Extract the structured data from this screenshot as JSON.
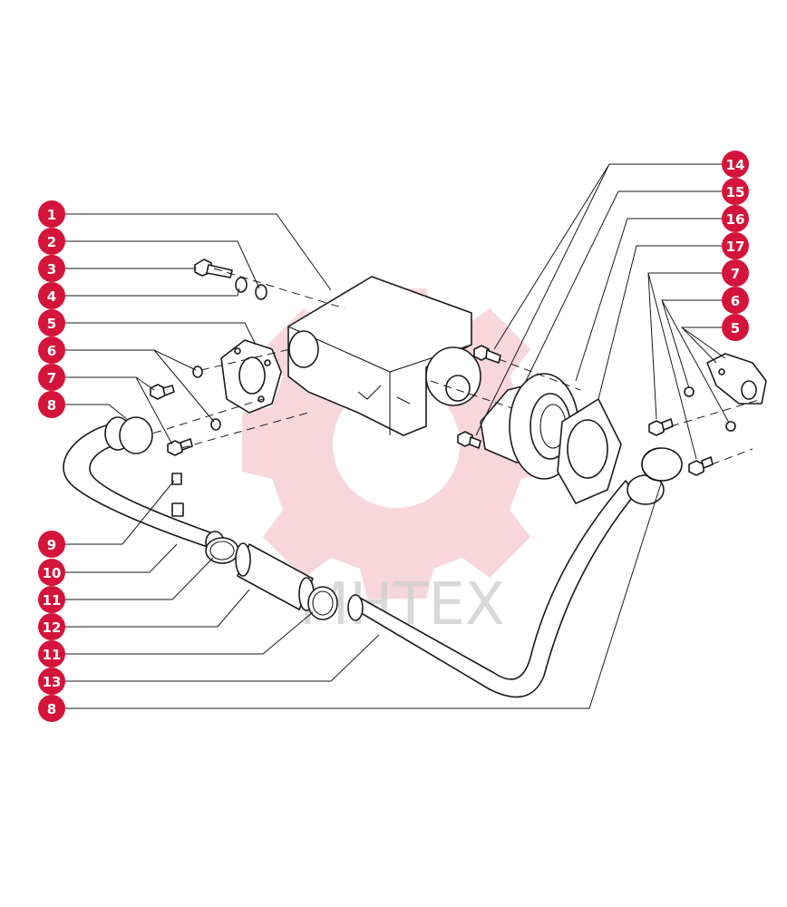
{
  "watermark": {
    "text": "MHTEX",
    "color": "#f3b6bf"
  },
  "callout_color": "#d4143a",
  "callouts_left": [
    "1",
    "2",
    "3",
    "4",
    "5",
    "6",
    "7",
    "8",
    "9",
    "10",
    "11",
    "12",
    "11",
    "13",
    "8"
  ],
  "callouts_right": [
    "14",
    "15",
    "16",
    "17",
    "7",
    "6",
    "5"
  ]
}
